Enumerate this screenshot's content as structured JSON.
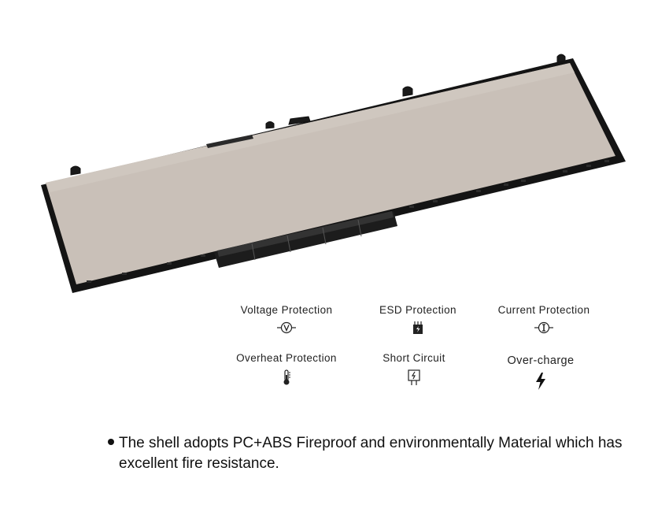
{
  "protections": [
    {
      "label": "Voltage Protection",
      "icon": "voltage-icon"
    },
    {
      "label": "ESD Protection",
      "icon": "esd-icon"
    },
    {
      "label": "Current Protection",
      "icon": "current-icon"
    },
    {
      "label": "Overheat Protection",
      "icon": "thermometer-icon"
    },
    {
      "label": "Short Circuit",
      "icon": "short-circuit-icon"
    },
    {
      "label": "Over-charge",
      "icon": "lightning-icon"
    }
  ],
  "description": "The shell adopts PC+ABS Fireproof and environmentally Material which has excellent fire resistance.",
  "colors": {
    "battery_body": "#c9c0b8",
    "battery_frame": "#141414"
  }
}
